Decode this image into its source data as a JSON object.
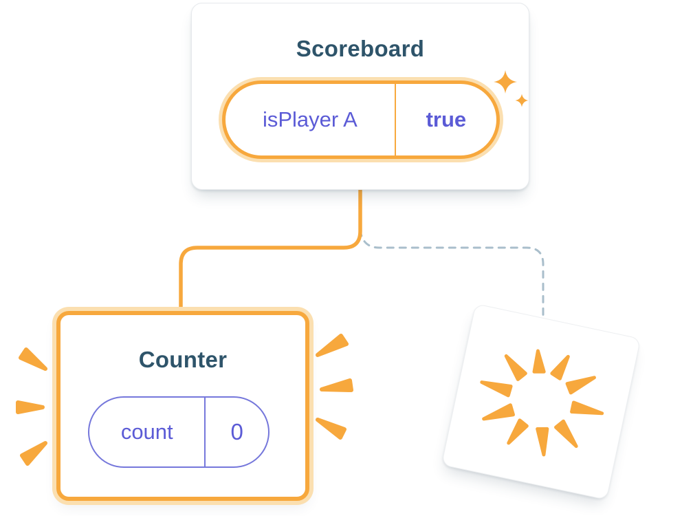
{
  "colors": {
    "accent_orange": "#F7A83D",
    "orange_glow": "#FBDFB0",
    "purple_text": "#5B5BD6",
    "purple_border": "#7577DB",
    "heading_navy": "#2E546A",
    "dashed_line_blue": "#A9BECB",
    "card_border_gray": "#E6E9EC"
  },
  "scoreboard": {
    "title": "Scoreboard",
    "state": {
      "key": "isPlayer A",
      "value": "true"
    }
  },
  "counter": {
    "title": "Counter",
    "state": {
      "key": "count",
      "value": "0"
    }
  },
  "icons": {
    "sparkle": "✦",
    "poof_burst": "radial-burst",
    "emphasis": "radiating-dashes"
  }
}
